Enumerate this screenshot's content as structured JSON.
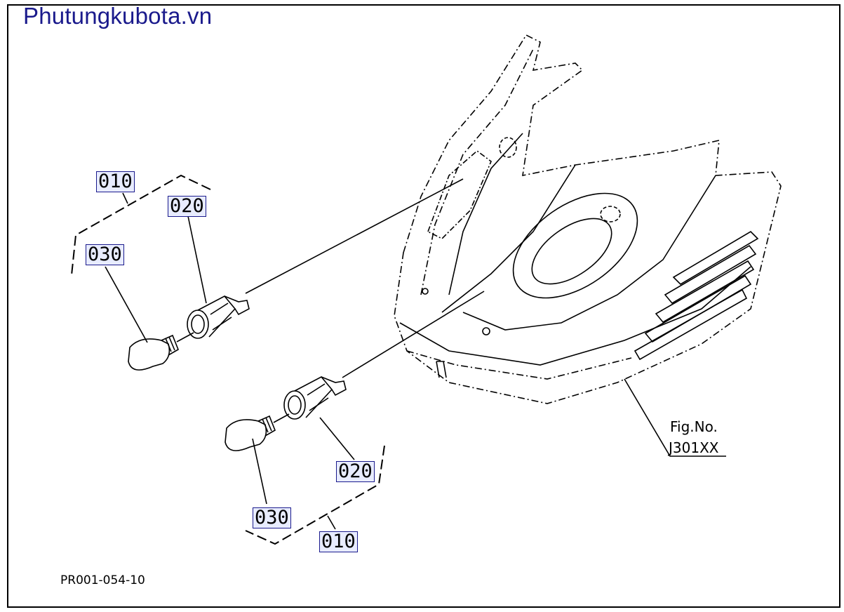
{
  "header": {
    "site_title": "Phutungkubota.vn"
  },
  "callouts": {
    "upper": {
      "set": "010",
      "socket": "020",
      "bulb": "030"
    },
    "lower": {
      "set": "010",
      "socket": "020",
      "bulb": "030"
    }
  },
  "figure": {
    "fig_label": "Fig.No.",
    "fig_number": "J301XX"
  },
  "footer": {
    "page_code": "PR001-054-10"
  },
  "colors": {
    "title": "#1a1a8c",
    "callout_bg": "#e8ecff",
    "line": "#000000"
  }
}
